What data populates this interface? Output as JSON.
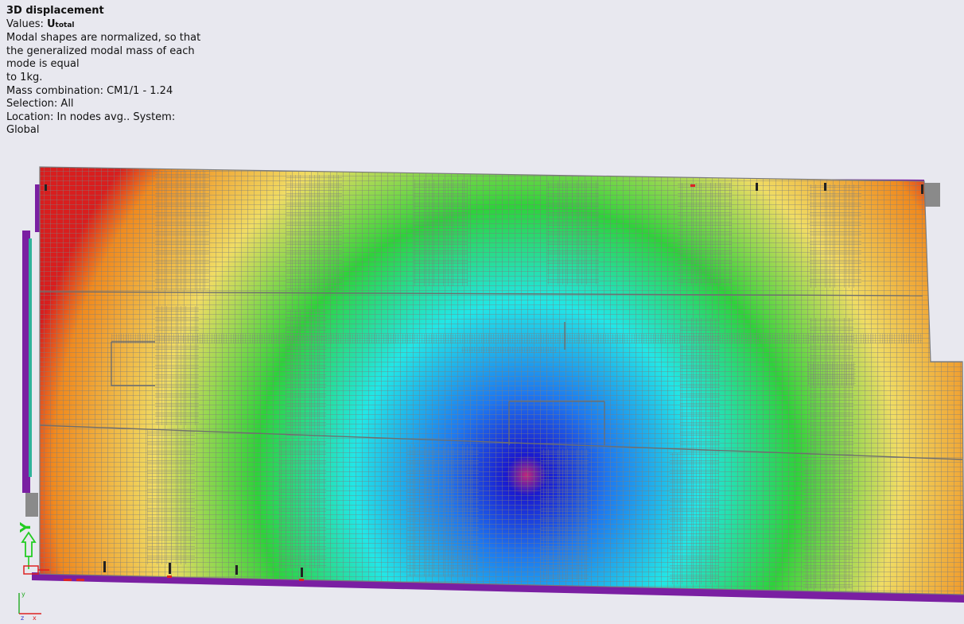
{
  "info": {
    "title": "3D displacement",
    "values_prefix": "Values: ",
    "values_symbol": "U",
    "values_subscript": "total",
    "note_line1": "Modal shapes are normalized, so that",
    "note_line2": "the generalized modal mass of each",
    "note_line3": "mode is equal",
    "note_line4": "to 1kg.",
    "mass_combination": "Mass combination: CM1/1 - 1.24",
    "selection": "Selection: All",
    "location_line1": "Location: In nodes avg.. System:",
    "location_line2": "Global"
  },
  "axes": {
    "y_label": "Y",
    "triad_y": "y",
    "triad_x": "x",
    "triad_z": "z"
  },
  "colors": {
    "background": "#e8e8ef",
    "mesh_lines": "#7d7d7d",
    "support_purple": "#7a1fa2",
    "support_teal": "#2fb39a",
    "axis_green": "#22cc22",
    "axis_red": "#dd2222",
    "scale_max": "#d81e1e",
    "scale_high": "#f08a1e",
    "scale_mid_high": "#f0dc64",
    "scale_mid": "#2ed23a",
    "scale_mid_low": "#22e6e6",
    "scale_low": "#1e78f0",
    "scale_min": "#1a1ad0",
    "scale_peak": "#c0287a"
  }
}
